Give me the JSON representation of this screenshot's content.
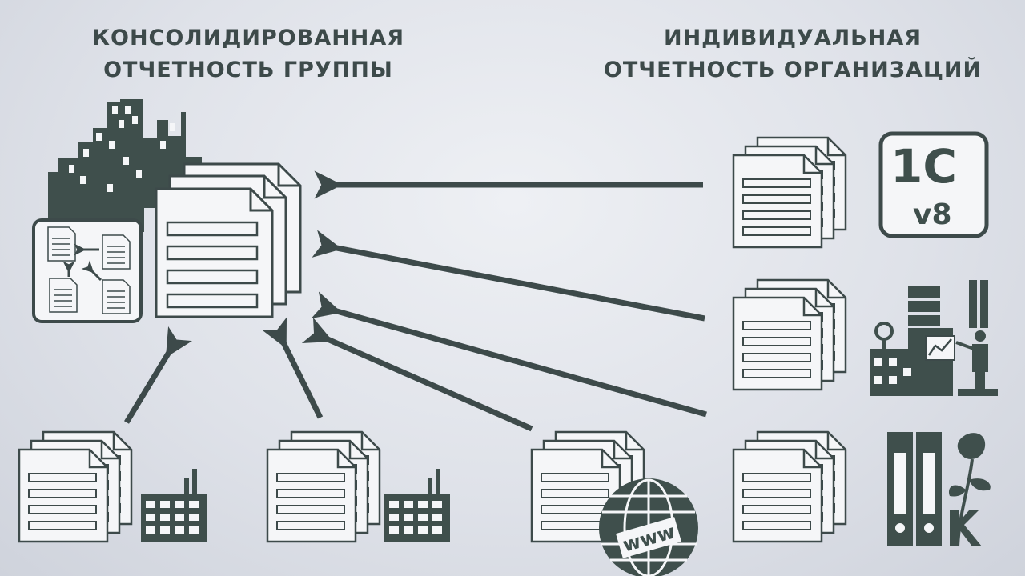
{
  "headings": {
    "consolidated_line1": "КОНСОЛИДИРОВАННАЯ",
    "consolidated_line2": "ОТЧЕТНОСТЬ ГРУППЫ",
    "individual_line1": "ИНДИВИДУАЛЬНАЯ",
    "individual_line2": "ОТЧЕТНОСТЬ ОРГАНИЗАЦИЙ"
  },
  "logo_1c": {
    "brand": "1С",
    "version": "v8"
  },
  "globe_label": "www",
  "colors": {
    "ink": "#3d4a4a",
    "dark_fill": "#3f4f4c",
    "paper": "#f5f6f8",
    "background": "#dfe2e9"
  },
  "icons": [
    "city-skyline-icon",
    "consolidation-scheme-icon",
    "document-stack-icon",
    "office-building-icon",
    "globe-www-icon",
    "1c-v8-logo-icon",
    "factory-with-presenter-icon",
    "binders-and-rose-icon"
  ]
}
